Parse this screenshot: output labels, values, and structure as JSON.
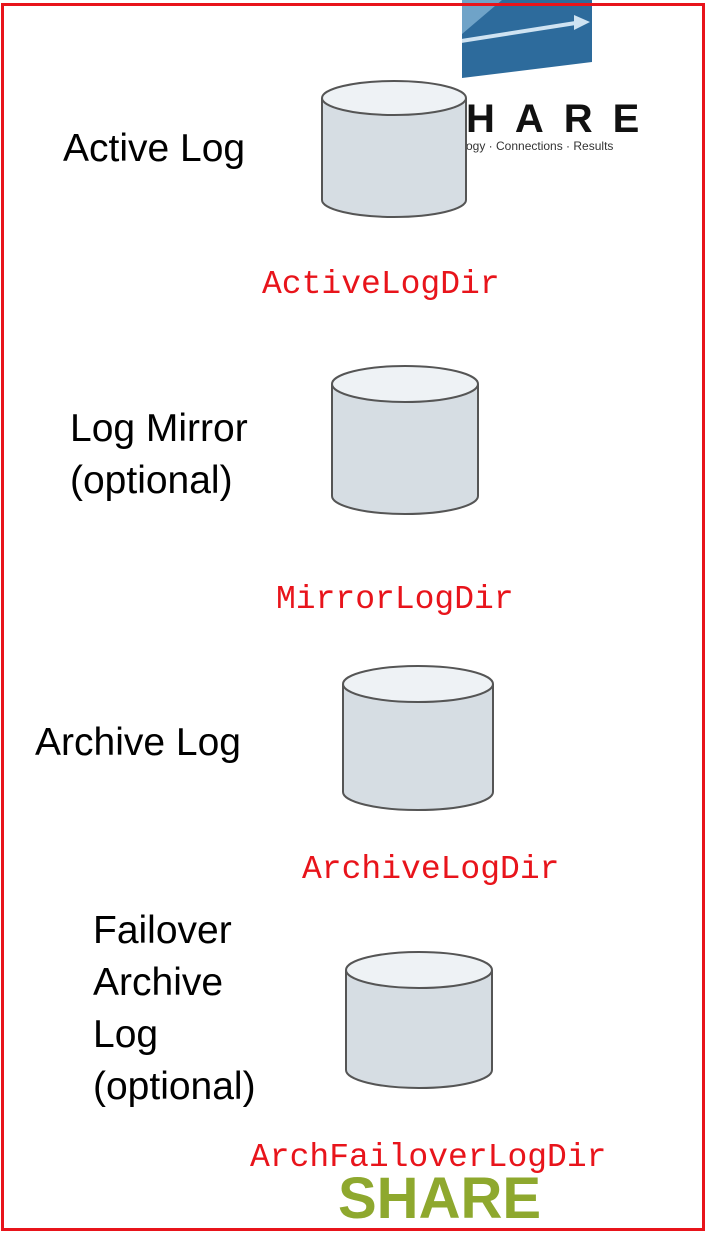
{
  "brand": {
    "top_word": "HARE",
    "tagline": "ogy · Connections · Results",
    "bottom_logo": "SHARE"
  },
  "tiers": [
    {
      "label_lines": [
        "Active Log"
      ],
      "directory": "ActiveLogDir"
    },
    {
      "label_lines": [
        "Log Mirror",
        "(optional)"
      ],
      "directory": "MirrorLogDir"
    },
    {
      "label_lines": [
        "Archive Log"
      ],
      "directory": "ArchiveLogDir"
    },
    {
      "label_lines": [
        "Failover",
        "Archive",
        "Log",
        "(optional)"
      ],
      "directory": "ArchFailoverLogDir"
    }
  ],
  "colors": {
    "frame": "#e8141b",
    "directory_text": "#e8141b",
    "disk_fill": "#d6dde3",
    "disk_top": "#eef2f5",
    "disk_outline": "#555555",
    "brand_banner": "#2d6b9c",
    "bottom_logo": "#8ea82e"
  },
  "icons": [
    "disk-cylinder-icon",
    "share-banner-icon"
  ]
}
